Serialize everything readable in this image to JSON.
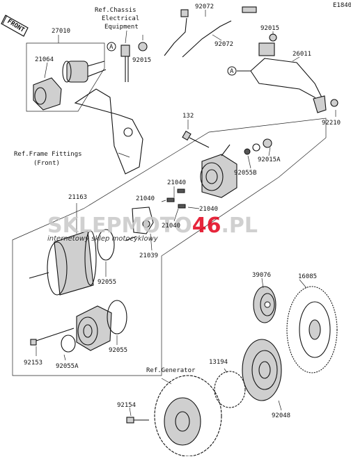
{
  "diagram_code": "E1840",
  "front_badge": "FRONT",
  "ref_labels": {
    "chassis": [
      "Ref.Chassis",
      "Electrical",
      "Equipment"
    ],
    "frame": [
      "Ref.Frame Fittings",
      "(Front)"
    ],
    "generator": "Ref.Generator"
  },
  "callout_letter": "A",
  "watermark": {
    "brand_left": "SKLEP",
    "brand_mid": "MOTO",
    "brand_num": "46",
    "brand_right": ".PL",
    "tagline": "internetowy sklep motocyklowy",
    "accent_color": "#e2001a",
    "text_color": "#c8c8c8"
  },
  "parts": {
    "p27010": "27010",
    "p21064": "21064",
    "p92015_top": "92015",
    "p92072_a": "92072",
    "p92072_b": "92072",
    "p92015_right": "92015",
    "p26011": "26011",
    "p92210": "92210",
    "p132": "132",
    "p92015A": "92015A",
    "p92055B": "92055B",
    "p21040_a": "21040",
    "p21040_b": "21040",
    "p21040_c": "21040",
    "p21040_d": "21040",
    "p21163": "21163",
    "p21039": "21039",
    "p92055_a": "92055",
    "p92055_b": "92055",
    "p92153": "92153",
    "p92055A": "92055A",
    "p39076": "39076",
    "p16085": "16085",
    "p13194": "13194",
    "p92048": "92048",
    "p92154": "92154"
  }
}
